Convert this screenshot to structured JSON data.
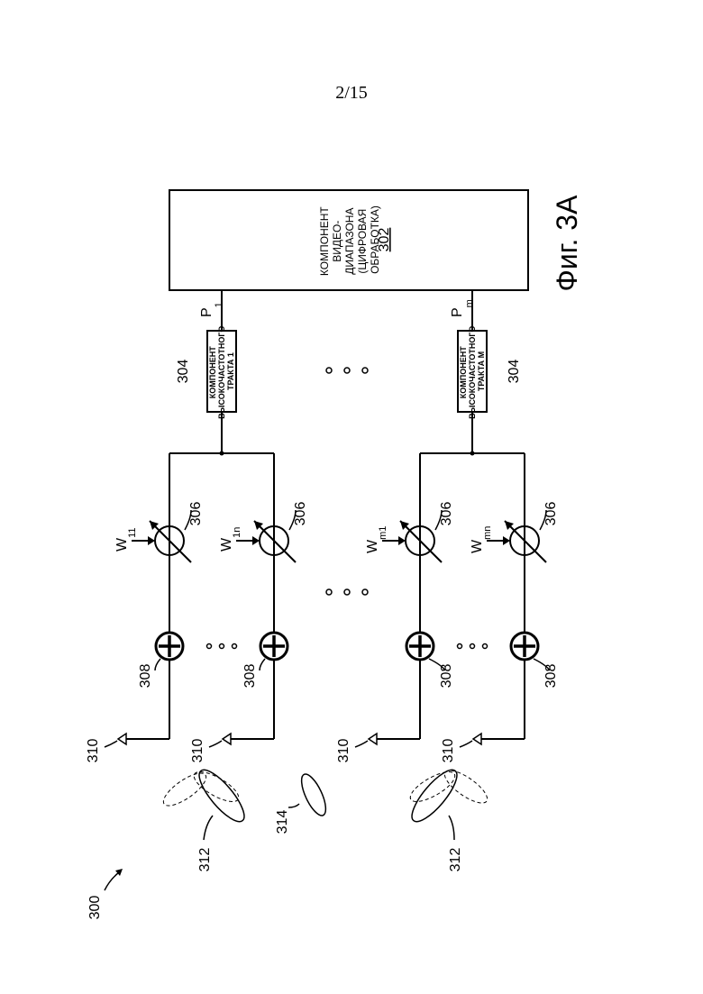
{
  "page_number": "2/15",
  "figure_label": "Фиг. 3А",
  "refs": {
    "system": "300",
    "baseband_ref": "302",
    "rf_ref": "304",
    "phase_shifter_ref": "306",
    "combiner_ref": "308",
    "antenna_ref": "310",
    "beam_ref": "312",
    "null_beam_ref": "314"
  },
  "baseband": {
    "lines": [
      "КОМПОНЕНТ",
      "ВИДЕО-",
      "ДИАПАЗОНА",
      "(ЦИФРОВАЯ",
      "ОБРАБОТКА)"
    ]
  },
  "rf_chains": [
    {
      "lines": [
        "КОМПОНЕНТ",
        "ВЫСОКОЧАСТОТНОГО",
        "ТРАКТА 1"
      ]
    },
    {
      "lines": [
        "КОМПОНЕНТ",
        "ВЫСОКОЧАСТОТНОГО",
        "ТРАКТА M"
      ]
    }
  ],
  "ports": [
    {
      "main": "P",
      "sub": "1"
    },
    {
      "main": "P",
      "sub": "m"
    }
  ],
  "weights": [
    {
      "main": "W",
      "sub": "11"
    },
    {
      "main": "W",
      "sub": "1n"
    },
    {
      "main": "W",
      "sub": "m1"
    },
    {
      "main": "W",
      "sub": "mn"
    }
  ]
}
